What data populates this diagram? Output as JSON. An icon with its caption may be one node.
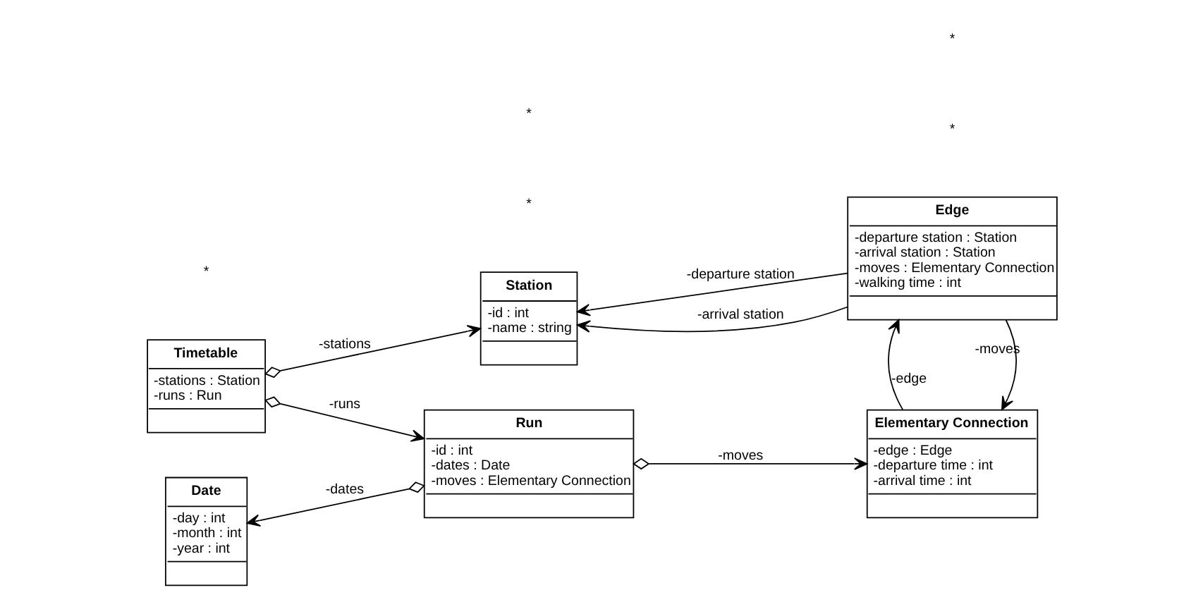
{
  "diagram": {
    "nodes": [
      {
        "text": [
          "Station",
          "-id : int",
          "-name : string"
        ]
      },
      {
        "text": [
          "Edge",
          "-departure station : Station",
          "-arrival station : Station",
          "-moves : Elementary Connection",
          "-walking time : int"
        ]
      },
      {
        "text": [
          "Timetable",
          "-stations : Station",
          "-runs : Run"
        ]
      },
      {
        "text": [
          "Run",
          "-id : int",
          "-dates : Date",
          "-moves : Elementary Connection"
        ]
      },
      {
        "text": [
          "Date",
          "-day : int",
          "-month : int",
          "-year : int"
        ]
      },
      {
        "text": [
          "Elementary Connection",
          "-edge : Edge",
          "-departure time : int",
          "-arrival time : int"
        ]
      }
    ],
    "edges": [
      {
        "from": 2,
        "to": 0,
        "arrow": "to",
        "label": "-stations"
      },
      {
        "from": 2,
        "to": 3,
        "arrow": "to",
        "label": "-runs"
      },
      {
        "from": 1,
        "to": 0,
        "arrow": "to",
        "label": "-departure station"
      },
      {
        "from": 1,
        "to": 0,
        "arrow": "to",
        "label": "-arrival station"
      },
      {
        "from": 1,
        "to": 5,
        "arrow": "to",
        "label": "-moves"
      },
      {
        "from": 5,
        "to": 1,
        "arrow": "to",
        "label": "-edge"
      },
      {
        "from": 3,
        "to": 4,
        "arrow": "to",
        "label": "-dates"
      },
      {
        "from": 3,
        "to": 5,
        "arrow": "to",
        "label": "-moves"
      }
    ],
    "labels": [
      "*",
      "*",
      "*",
      "*",
      "*"
    ]
  }
}
